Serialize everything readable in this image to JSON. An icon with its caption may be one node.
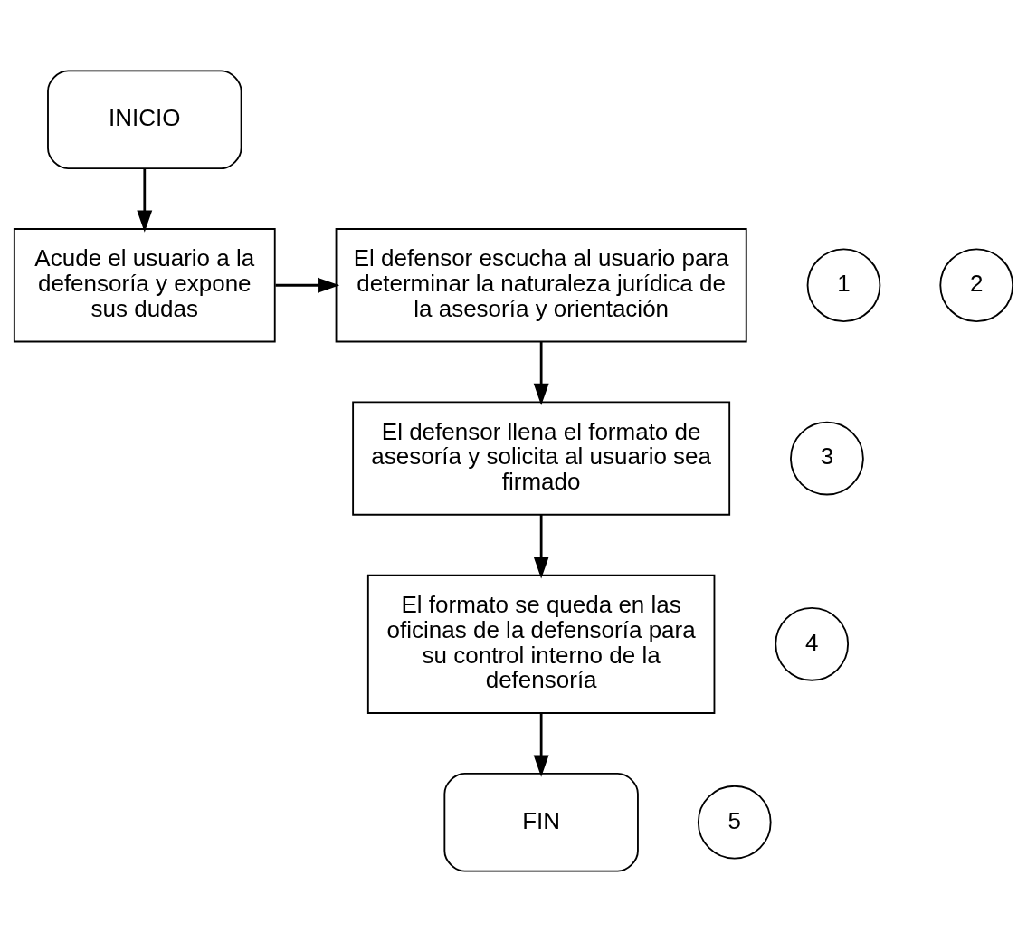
{
  "diagram": {
    "nodes": [
      {
        "text": [
          "INICIO"
        ]
      },
      {
        "text": [
          "1"
        ]
      },
      {
        "text": [
          "Acude el usuario a la defensoría y expone sus dudas"
        ]
      },
      {
        "text": [
          "2"
        ]
      },
      {
        "text": [
          "El defensor escucha al usuario para determinar la naturaleza jurídica de la asesoría y orientación"
        ]
      },
      {
        "text": [
          "3"
        ]
      },
      {
        "text": [
          "El defensor llena el formato de asesoría y solicita al usuario sea firmado"
        ]
      },
      {
        "text": [
          "4"
        ]
      },
      {
        "text": [
          "El formato se queda en las oficinas de la defensoría para su control interno de la defensoría"
        ]
      },
      {
        "text": [
          "5"
        ]
      },
      {
        "text": [
          "FIN"
        ]
      }
    ],
    "edges": [
      {
        "from": 0,
        "to": 2,
        "arrow": "to"
      },
      {
        "from": 2,
        "to": 4,
        "arrow": "to"
      },
      {
        "from": 4,
        "to": 6,
        "arrow": "to"
      },
      {
        "from": 6,
        "to": 8,
        "arrow": "to"
      },
      {
        "from": 8,
        "to": 10,
        "arrow": "to"
      }
    ]
  }
}
